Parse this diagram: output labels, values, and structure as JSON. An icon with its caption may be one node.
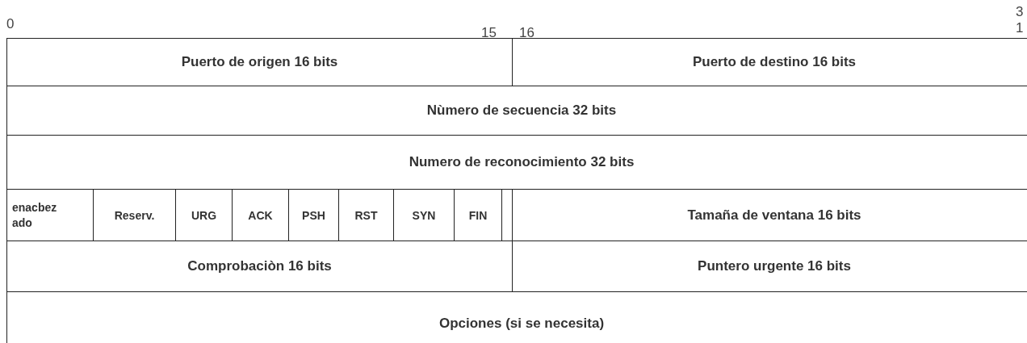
{
  "diagram": {
    "labels": [
      "0",
      "15",
      "16",
      "31",
      "Puerto de origen 16 bits",
      "Puerto de destino 16 bits",
      "Nùmero de secuencia 32 bits",
      "Numero de reconocimiento 32 bits",
      "enacbezado",
      "Reserv.",
      "URG",
      "ACK",
      "PSH",
      "RST",
      "SYN",
      "FIN",
      "Tamaña de ventana 16 bits",
      "Comprobaciòn 16 bits",
      "Puntero urgente 16 bits",
      "Opciones (si se necesita)"
    ]
  }
}
